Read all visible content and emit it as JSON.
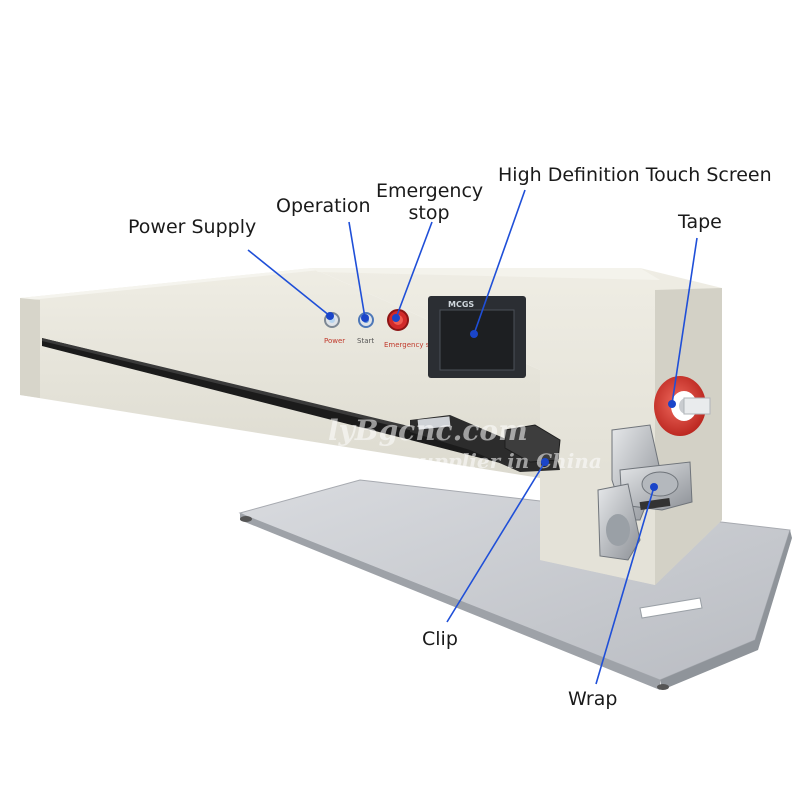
{
  "callouts": {
    "power_supply": "Power Supply",
    "operation": "Operation",
    "emergency_stop": "Emergency\nstop",
    "touch_screen": "High Definition Touch Screen",
    "tape": "Tape",
    "clip": "Clip",
    "wrap": "Wrap"
  },
  "panel": {
    "power_label": "Power",
    "start_label": "Start",
    "estop_label": "Emergency stop",
    "screen_brand": "MCGS"
  },
  "watermark": {
    "brand": "lyBgcnc.com",
    "tagline": "Factory supplier in China"
  },
  "colors": {
    "leader_line": "#1f4fd8",
    "leader_dot": "#1a45c9",
    "machine_body": "#e9e7dc",
    "base_plate": "#c9cbd0",
    "tape_roll": "#d8332d"
  }
}
